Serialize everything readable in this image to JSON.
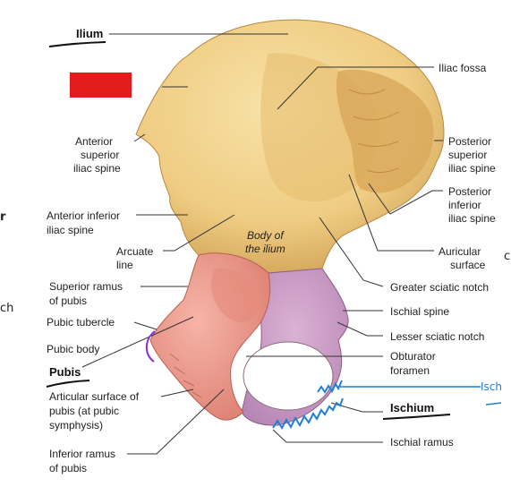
{
  "labels": {
    "ilium": "Ilium",
    "iliac_fossa": "Iliac fossa",
    "anterior_superior_iliac_spine": [
      "Anterior",
      "superior",
      "iliac spine"
    ],
    "posterior_superior_iliac_spine": [
      "Posterior",
      "superior",
      "iliac spine"
    ],
    "posterior_inferior_iliac_spine": [
      "Posterior",
      "inferior",
      "iliac spine"
    ],
    "anterior_inferior_iliac_spine": [
      "Anterior inferior",
      "iliac spine"
    ],
    "auricular_surface": [
      "Auricular",
      "surface"
    ],
    "arcuate_line": [
      "Arcuate",
      "line"
    ],
    "body_of_ilium": [
      "Body of",
      "the ilium"
    ],
    "superior_ramus_of_pubis": [
      "Superior ramus",
      "of pubis"
    ],
    "greater_sciatic_notch": "Greater sciatic notch",
    "pubic_tubercle": "Pubic tubercle",
    "ischial_spine": "Ischial spine",
    "pubic_body": "Pubic body",
    "lesser_sciatic_notch": "Lesser sciatic notch",
    "pubis": "Pubis",
    "obturator_foramen": [
      "Obturator",
      "foramen"
    ],
    "articular_surface_of_pubis": [
      "Articular surface of",
      "pubis (at pubic",
      "symphysis)"
    ],
    "ischium": "Ischium",
    "inferior_ramus_of_pubis": [
      "Inferior ramus",
      "of pubis"
    ],
    "ischial_ramus": "Ischial ramus"
  },
  "handwriting": {
    "left_r": "r",
    "left_ch": "ch",
    "right_c": "c",
    "right_isch": "Isch"
  },
  "colors": {
    "ilium_bone": "#f0cf85",
    "pubis_bone": "#ee9a8c",
    "ischium_bone": "#cc9bc4",
    "redaction_box": "#e21b1b",
    "annotation_blue": "#1e7fd6",
    "annotation_purple": "#8a2be2"
  }
}
